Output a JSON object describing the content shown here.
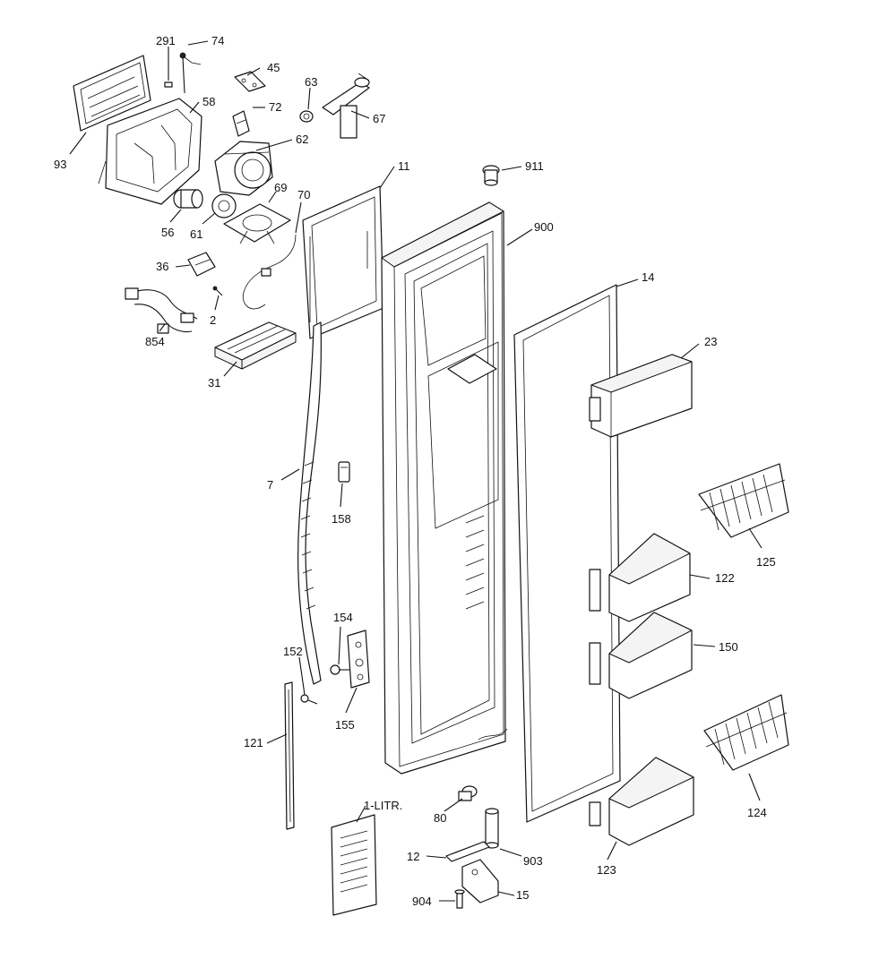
{
  "callouts": {
    "c291": "291",
    "c74": "74",
    "c45": "45",
    "c58": "58",
    "c63": "63",
    "c72": "72",
    "c67": "67",
    "c62": "62",
    "c93": "93",
    "c11": "11",
    "c911": "911",
    "c69": "69",
    "c70": "70",
    "c900": "900",
    "c56": "56",
    "c61": "61",
    "c36": "36",
    "c14": "14",
    "c2": "2",
    "c854": "854",
    "c23": "23",
    "c31": "31",
    "c7": "7",
    "c158": "158",
    "c125": "125",
    "c122": "122",
    "c154": "154",
    "c152": "152",
    "c150": "150",
    "c155": "155",
    "c121": "121",
    "c124": "124",
    "c1litr": "1-LITR.",
    "c80": "80",
    "c12": "12",
    "c903": "903",
    "c123": "123",
    "c904": "904",
    "c15": "15"
  }
}
